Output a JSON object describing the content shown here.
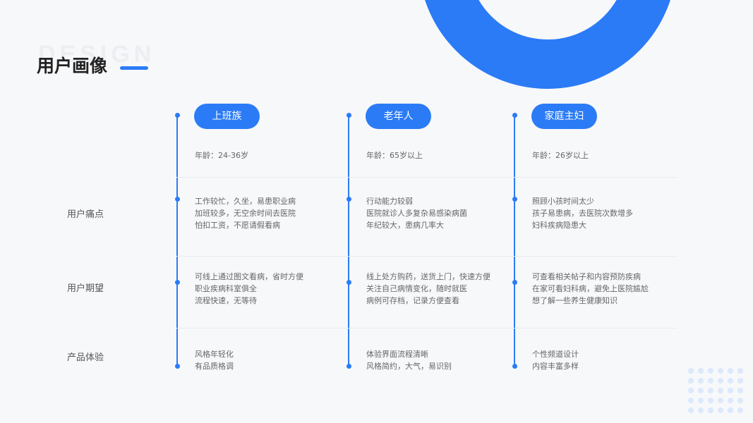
{
  "header": {
    "bg_word": "DESIGN",
    "title": "用户画像"
  },
  "columns": [
    {
      "name": "上班族",
      "age": "年龄：24-36岁"
    },
    {
      "name": "老年人",
      "age": "年龄：65岁以上"
    },
    {
      "name": "家庭主妇",
      "age": "年龄：26岁以上"
    }
  ],
  "rows": [
    {
      "label": "用户痛点",
      "cells": [
        [
          "工作较忙，久坐，易患职业病",
          "加班较多，无空余时间去医院",
          "怕扣工资，不愿请假看病"
        ],
        [
          "行动能力较弱",
          "医院就诊人多复杂易感染病菌",
          "年纪较大，患病几率大"
        ],
        [
          "照顾小孩时间太少",
          "孩子易患病，去医院次数增多",
          "妇科疾病隐患大"
        ]
      ]
    },
    {
      "label": "用户期望",
      "cells": [
        [
          "可线上通过图文看病，省时方便",
          "职业疾病科室俱全",
          "流程快速，无等待"
        ],
        [
          "线上处方购药，送货上门，快速方便",
          "关注自己病情变化，随时就医",
          "病例可存档，记录方便查看"
        ],
        [
          "可查看相关帖子和内容预防疾病",
          "在家可看妇科病，避免上医院尴尬",
          "想了解一些养生健康知识"
        ]
      ]
    },
    {
      "label": "产品体验",
      "cells": [
        [
          "风格年轻化",
          "有品质格调"
        ],
        [
          "体验界面流程清晰",
          "风格简约，大气，易识别"
        ],
        [
          "个性频道设计",
          "内容丰富多样"
        ]
      ]
    }
  ],
  "colors": {
    "accent": "#2b7bf6"
  }
}
